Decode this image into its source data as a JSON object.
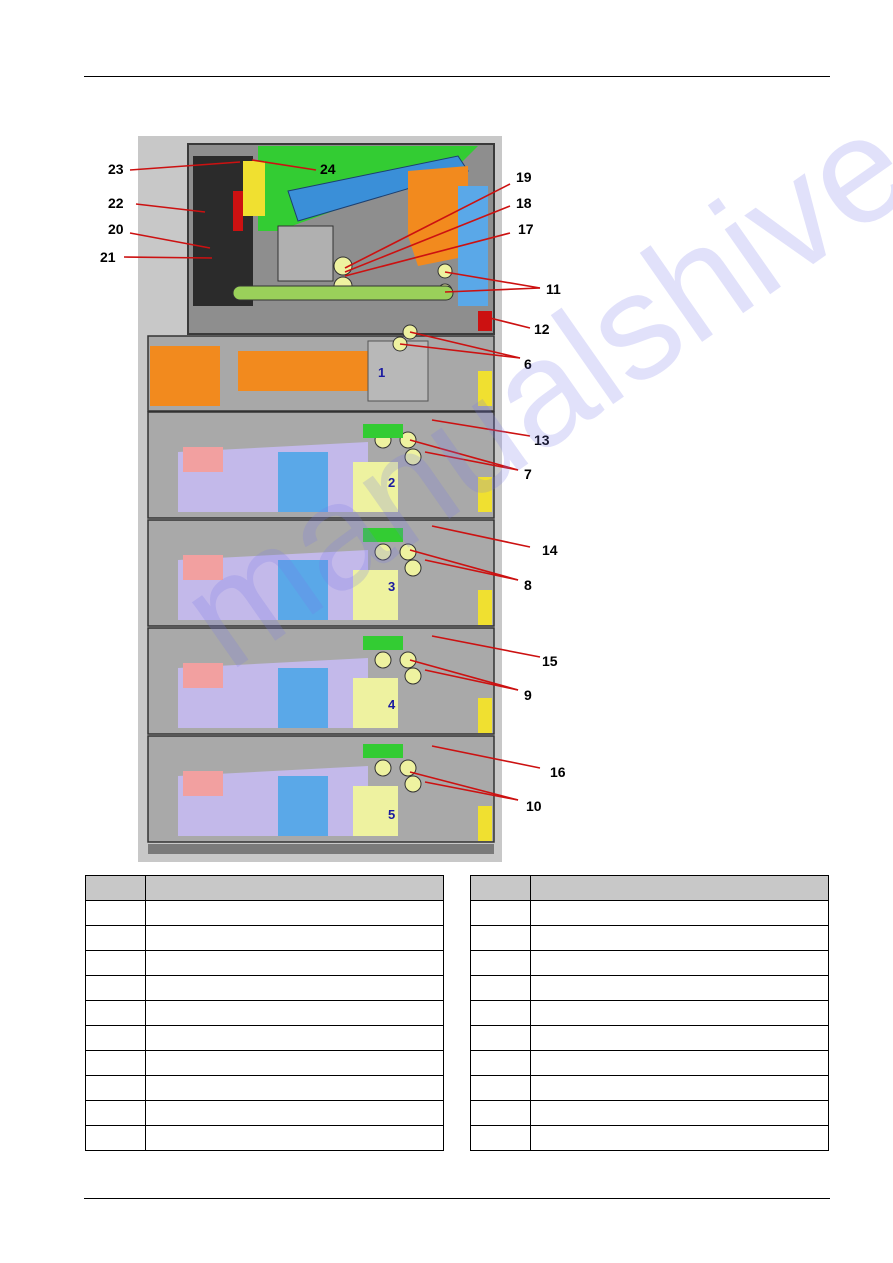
{
  "callouts": {
    "n23": "23",
    "n24": "24",
    "n22": "22",
    "n20": "20",
    "n21": "21",
    "n19": "19",
    "n18": "18",
    "n17": "17",
    "n11": "11",
    "n12": "12",
    "n6": "6",
    "n13": "13",
    "n7": "7",
    "n14": "14",
    "n8": "8",
    "n15": "15",
    "n9": "9",
    "n16": "16",
    "n10": "10"
  },
  "trays": {
    "t1": "1",
    "t2": "2",
    "t3": "3",
    "t4": "4",
    "t5": "5"
  },
  "watermark": "manualshive.com",
  "colors": {
    "callout_line": "#cc1111",
    "header_fill": "#c8c8c8",
    "tray_gray": "#a9a9a9",
    "tray_purple": "#c3b9ea",
    "tray_blue": "#5aa8e8",
    "roller_yellow": "#eef2a0",
    "green": "#33cc33",
    "orange": "#f28a1e"
  }
}
